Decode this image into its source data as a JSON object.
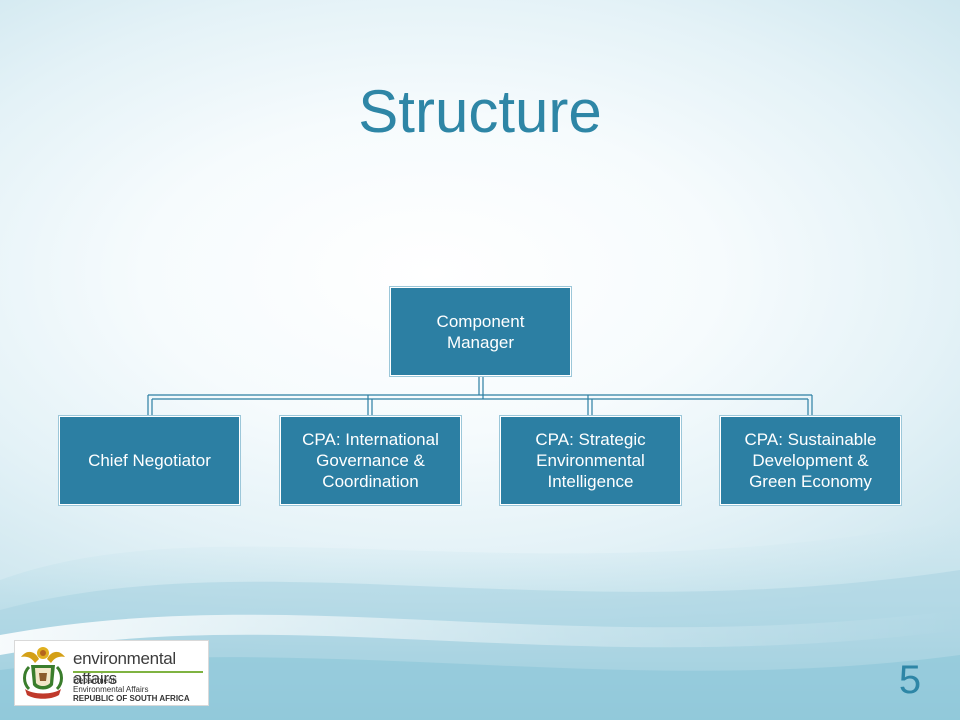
{
  "slide": {
    "title": "Structure",
    "page_number": "5"
  },
  "org_chart": {
    "root": {
      "label_lines": [
        "Component",
        "Manager"
      ]
    },
    "children": [
      {
        "label_lines": [
          "Chief Negotiator"
        ]
      },
      {
        "label_lines": [
          "CPA: International",
          "Governance &",
          "Coordination"
        ]
      },
      {
        "label_lines": [
          "CPA: Strategic",
          "Environmental",
          "Intelligence"
        ]
      },
      {
        "label_lines": [
          "CPA: Sustainable",
          "Development &",
          "Green Economy"
        ]
      }
    ]
  },
  "logo": {
    "name": "environmental affairs",
    "line1": "Department:",
    "line2": "Environmental Affairs",
    "line3": "REPUBLIC OF SOUTH AFRICA"
  },
  "colors": {
    "title": "#2e86a6",
    "node_fill": "#2c7fa3",
    "connector": "#2c7fa3",
    "logo_accent": "#7fb341"
  }
}
